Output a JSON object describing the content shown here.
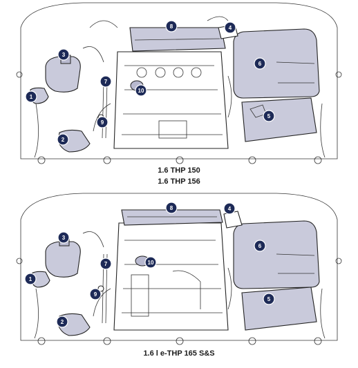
{
  "captions": {
    "top_line1": "1.6 THP 150",
    "top_line2": "1.6 THP 156",
    "bottom": "1.6 l e-THP 165 S&S"
  },
  "markers": [
    "1",
    "2",
    "3",
    "4",
    "5",
    "6",
    "7",
    "8",
    "9",
    "10"
  ],
  "colors": {
    "marker_fill": "#1d2a57",
    "component_shade": "#c9cadb",
    "outline": "#222222"
  }
}
